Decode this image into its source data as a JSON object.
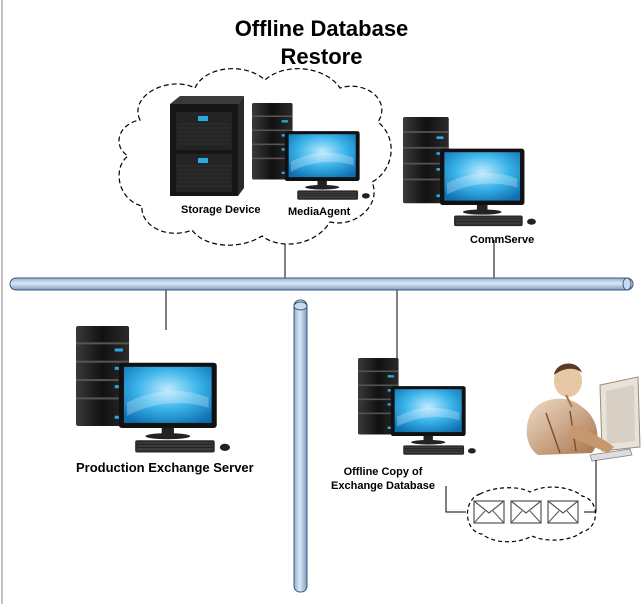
{
  "diagram": {
    "title_line1": "Offline Database",
    "title_line2": "Restore",
    "labels": {
      "storage_device": "Storage Device",
      "media_agent": "MediaAgent",
      "comm_serve": "CommServe",
      "production_exchange_server": "Production Exchange Server",
      "offline_copy_line1": "Offline Copy of",
      "offline_copy_line2": "Exchange Database"
    },
    "icons": {
      "storage": "storage-tower-icon",
      "computer": "desktop-computer-icon",
      "user": "user-at-computer-icon",
      "mail": "envelope-icon",
      "cloud": "cloud-outline-icon",
      "bus": "network-pipe"
    },
    "colors": {
      "pipe_fill": "#b9cfe6",
      "pipe_stroke": "#3c5a78",
      "screen": "#2aa8e0",
      "case": "#1b1b1b",
      "line": "#000000"
    }
  }
}
